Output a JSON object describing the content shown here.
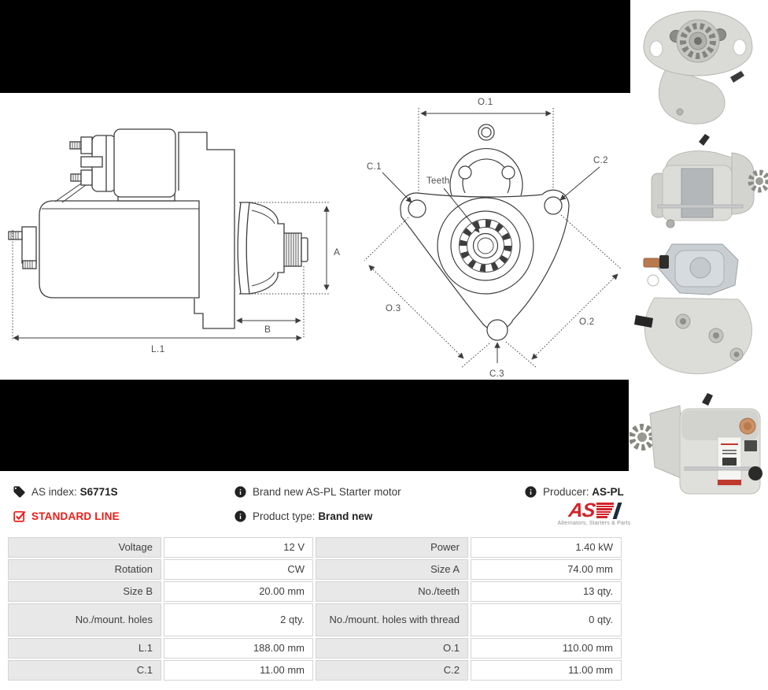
{
  "info": {
    "as_index": {
      "label": "AS index:",
      "value": "S6771S"
    },
    "standard_line": "STANDARD LINE",
    "product_desc": "Brand new AS-PL Starter motor",
    "product_type": {
      "label": "Product type:",
      "value": "Brand new"
    },
    "producer": {
      "label": "Producer:",
      "value": "AS-PL"
    },
    "logo": {
      "text": "AS",
      "tagline": "Alternators, Starters & Parts"
    }
  },
  "diagram": {
    "side_view": {
      "a": "A",
      "b": "B",
      "l1": "L.1"
    },
    "front_view": {
      "o1": "O.1",
      "c1": "C.1",
      "c2": "C.2",
      "teeth": "Teeth",
      "o3": "O.3",
      "o2": "O.2",
      "c3": "C.3"
    }
  },
  "specs": {
    "rows": [
      [
        "Voltage",
        "12 V",
        "Power",
        "1.40 kW"
      ],
      [
        "Rotation",
        "CW",
        "Size A",
        "74.00 mm"
      ],
      [
        "Size B",
        "20.00 mm",
        "No./teeth",
        "13 qty."
      ],
      [
        "No./mount. holes",
        "2 qty.",
        "No./mount. holes with thread",
        "0 qty."
      ],
      [
        "L.1",
        "188.00 mm",
        "O.1",
        "110.00 mm"
      ],
      [
        "C.1",
        "11.00 mm",
        "C.2",
        "11.00 mm"
      ]
    ]
  },
  "photos": [
    "starter-front-drive-view",
    "starter-side-view",
    "starter-solenoid-rear-view",
    "starter-side-label-view"
  ],
  "colors": {
    "accent_red": "#ee1b17",
    "logo_red": "#d2232a",
    "logo_navy": "#1d2b3a",
    "table_label_bg": "#e8e8e8",
    "table_border": "#d4d4d4",
    "drawing_line": "#3d3d3d"
  }
}
